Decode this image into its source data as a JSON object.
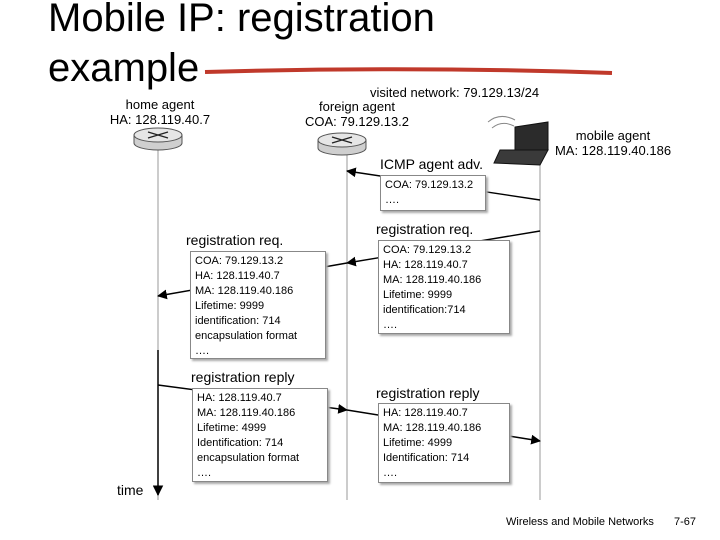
{
  "title_line1": "Mobile IP: registration",
  "title_line2": "example",
  "home_agent": {
    "line1": "home agent",
    "line2": "HA: 128.119.40.7"
  },
  "visited_network": "visited network: 79.129.13/24",
  "foreign_agent": {
    "line1": "foreign agent",
    "line2": "COA: 79.129.13.2"
  },
  "mobile_agent": {
    "line1": "mobile agent",
    "line2": "MA: 128.119.40.186"
  },
  "icmp_label": "ICMP agent adv.",
  "icmp_box": [
    "COA: 79.129.13.2",
    "…."
  ],
  "reg_req_left_label": "registration req.",
  "reg_req_left_box": [
    "COA: 79.129.13.2",
    "HA: 128.119.40.7",
    "MA: 128.119.40.186",
    "Lifetime: 9999",
    "identification: 714",
    "encapsulation format",
    "…."
  ],
  "reg_req_right_label": "registration req.",
  "reg_req_right_box": [
    "COA: 79.129.13.2",
    "HA: 128.119.40.7",
    "MA: 128.119.40.186",
    "Lifetime: 9999",
    "identification:714",
    "…."
  ],
  "reg_reply_left_label": "registration reply",
  "reg_reply_left_box": [
    "HA: 128.119.40.7",
    "MA: 128.119.40.186",
    "Lifetime: 4999",
    "Identification: 714",
    "encapsulation format",
    "…."
  ],
  "reg_reply_right_label": "registration reply",
  "reg_reply_right_box": [
    "HA: 128.119.40.7",
    "MA: 128.119.40.186",
    "Lifetime: 4999",
    "Identification: 714",
    "…."
  ],
  "time_label": "time",
  "footer_text": "Wireless and Mobile Networks",
  "footer_page": "7-67"
}
